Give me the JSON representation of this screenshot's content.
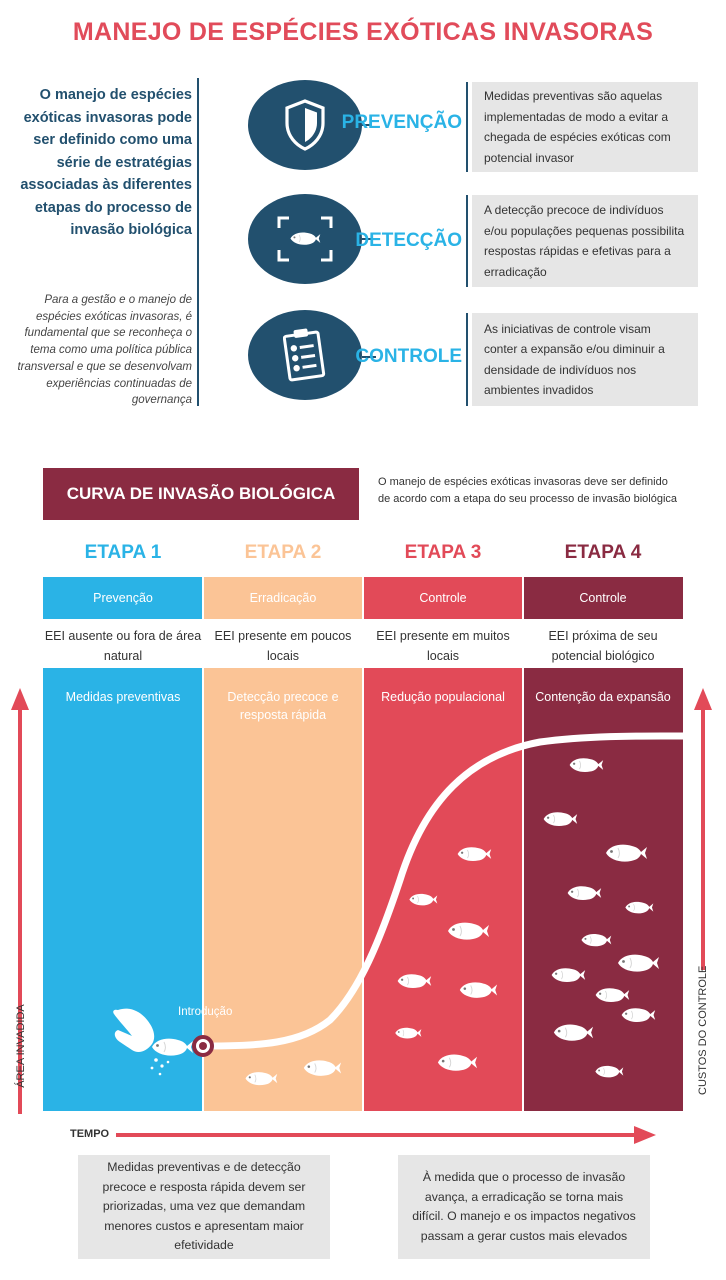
{
  "title": "MANEJO DE ESPÉCIES EXÓTICAS INVASORAS",
  "intro": {
    "bold": "O manejo de espécies exóticas invasoras pode ser definido como uma série de estratégias associadas às diferentes etapas do processo de invasão biológica",
    "italic": "Para a gestão e o manejo de espécies exóticas invasoras, é fundamental que se reconheça o tema como uma política pública transversal e que se desenvolvam experiências continuadas de governança"
  },
  "stages": [
    {
      "label": "PREVENÇÃO",
      "icon": "shield-icon",
      "description": "Medidas preventivas são aquelas implementadas de modo a evitar a chegada de espécies exóticas com potencial invasor"
    },
    {
      "label": "DETECÇÃO",
      "icon": "fish-scan-icon",
      "description": "A detecção precoce de indivíduos e/ou populações pequenas possibilita respostas rápidas e efetivas para a erradicação"
    },
    {
      "label": "CONTROLE",
      "icon": "clipboard-checklist-icon",
      "description": "As iniciativas de controle visam conter a expansão e/ou diminuir a densidade de indivíduos nos ambientes invadidos"
    }
  ],
  "curve": {
    "banner": "CURVA DE INVASÃO BIOLÓGICA",
    "description": "O manejo de espécies exóticas invasoras deve ser definido de acordo com a etapa do seu processo de invasão biológica",
    "etapas": [
      {
        "title": "ETAPA 1",
        "category": "Prevenção",
        "state": "EEI ausente ou fora de área natural",
        "action": "Medidas preventivas",
        "color": "#2ab3e6"
      },
      {
        "title": "ETAPA 2",
        "category": "Erradicação",
        "state": "EEI presente em poucos locais",
        "action": "Detecção precoce e resposta rápida",
        "color": "#fbc496"
      },
      {
        "title": "ETAPA 3",
        "category": "Controle",
        "state": "EEI presente em muitos locais",
        "action": "Redução populacional",
        "color": "#e24a58"
      },
      {
        "title": "ETAPA 4",
        "category": "Controle",
        "state": "EEI próxima de seu potencial biológico",
        "action": "Contenção da expansão",
        "color": "#8a2b42"
      }
    ],
    "introduction_label": "Introdução",
    "y_axis_label": "ÁREA INVADIDA",
    "x_axis_label": "TEMPO",
    "right_axis_label": "CUSTOS DO CONTROLE",
    "arrow_color": "#e24a58"
  },
  "footer": {
    "left": "Medidas preventivas e de detecção precoce e resposta rápida devem ser priorizadas, uma vez que demandam menores custos e apresentam maior efetividade",
    "right": "À medida que o processo de invasão avança, a erradicação se torna mais difícil. O manejo e os impactos negativos passam a gerar custos mais elevados"
  }
}
